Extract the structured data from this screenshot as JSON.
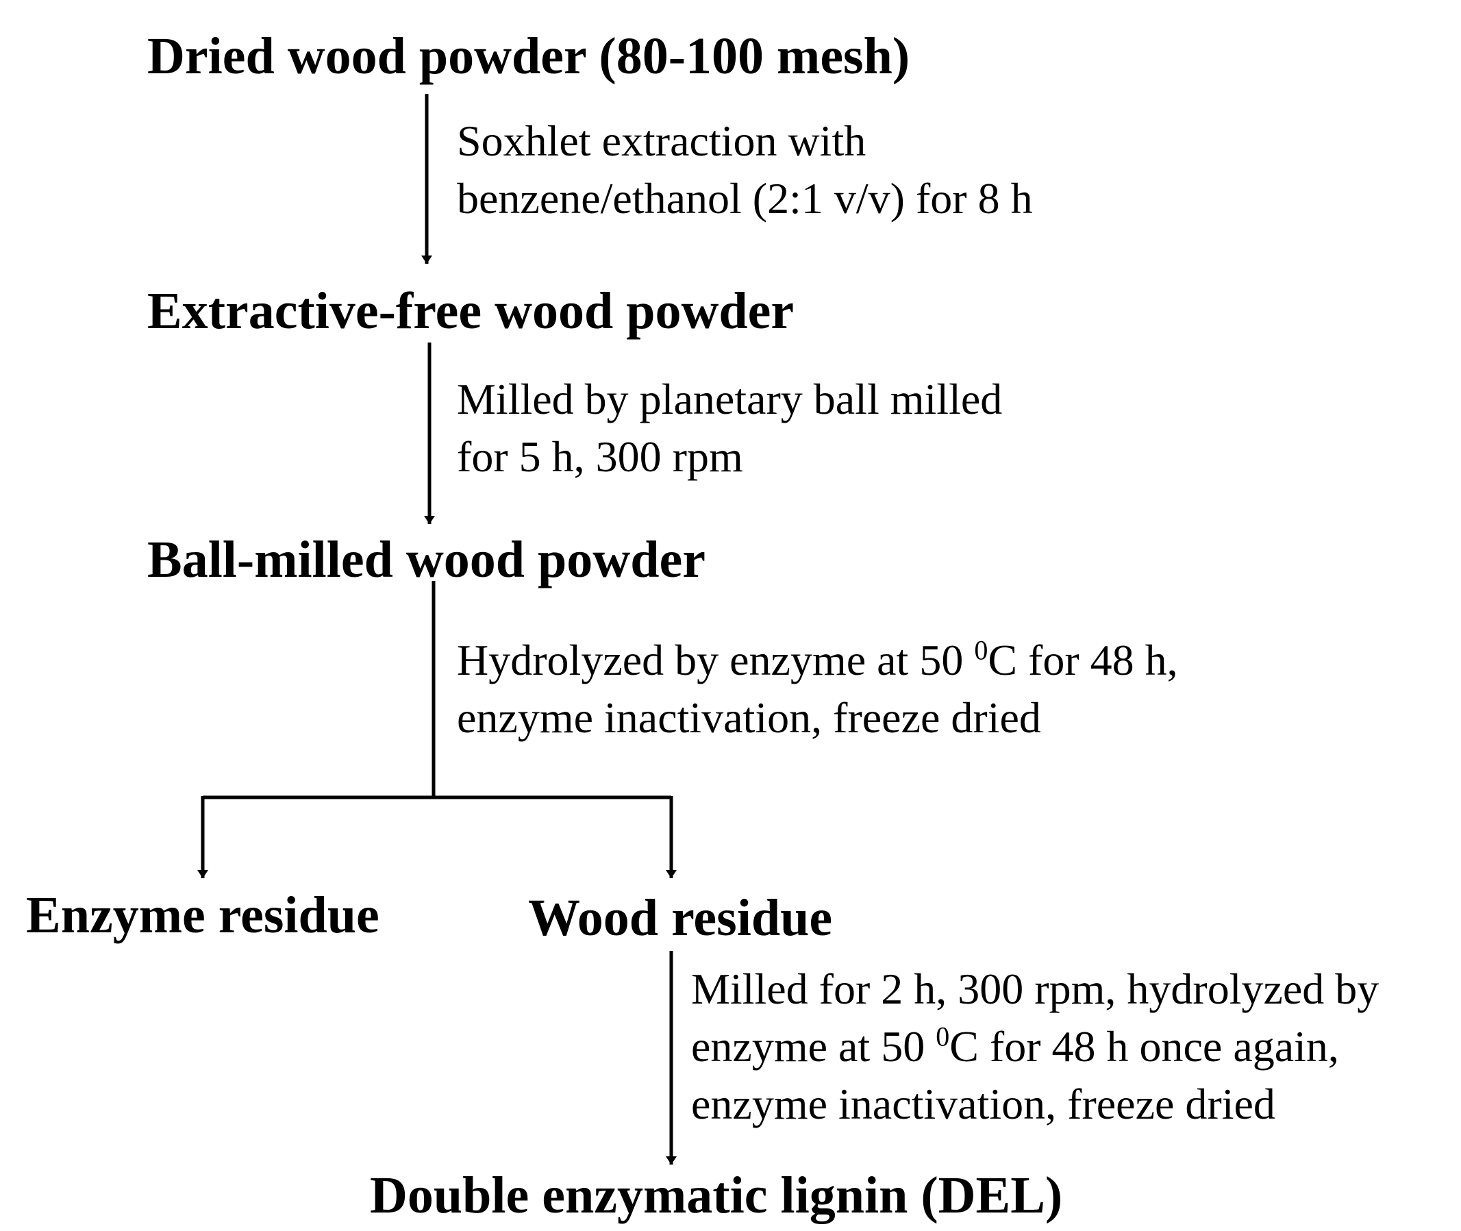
{
  "nodes": {
    "dried_wood_powder": "Dried wood powder (80-100 mesh)",
    "extractive_free": "Extractive-free wood powder",
    "ball_milled": "Ball-milled wood powder",
    "enzyme_residue": "Enzyme residue",
    "wood_residue": "Wood residue",
    "del": "Double enzymatic lignin (DEL)"
  },
  "steps": {
    "soxhlet": {
      "line1": "Soxhlet extraction with",
      "line2": "benzene/ethanol (2:1 v/v) for 8 h"
    },
    "ball_mill": {
      "line1": "Milled by planetary ball milled",
      "line2": "for 5 h, 300 rpm"
    },
    "hydrolysis": {
      "line1_pre": "Hydrolyzed by enzyme at 50 ",
      "line1_sup": "0",
      "line1_post": "C for 48 h,",
      "line2": "enzyme inactivation, freeze dried"
    },
    "second_hydrolysis": {
      "line1": "Milled for 2 h, 300 rpm, hydrolyzed by",
      "line2_pre": "enzyme at 50 ",
      "line2_sup": "0",
      "line2_post": "C for 48 h once again,",
      "line3": "enzyme inactivation, freeze dried"
    }
  },
  "colors": {
    "ink": "#000000",
    "background": "#ffffff"
  }
}
